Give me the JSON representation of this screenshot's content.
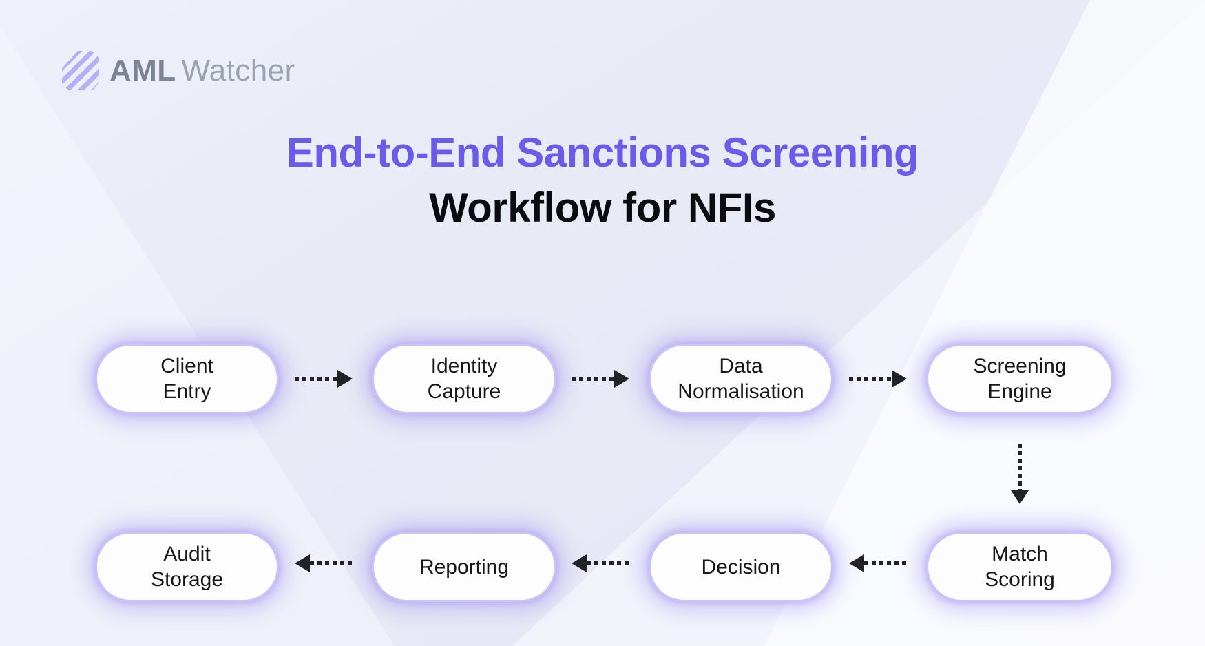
{
  "logo": {
    "icon": "aml-watcher-logo-icon",
    "brand_bold": "AML",
    "brand_light": "Watcher"
  },
  "title": {
    "line1": "End-to-End Sanctions Screening",
    "line2": "Workflow for NFIs"
  },
  "flow": {
    "nodes": [
      {
        "id": "client-entry",
        "line1": "Client",
        "line2": "Entry"
      },
      {
        "id": "identity-capture",
        "line1": "Identity",
        "line2": "Capture"
      },
      {
        "id": "data-normalisation",
        "line1": "Data",
        "line2": "Normalisation"
      },
      {
        "id": "screening-engine",
        "line1": "Screening",
        "line2": "Engine"
      },
      {
        "id": "match-scoring",
        "line1": "Match",
        "line2": "Scoring"
      },
      {
        "id": "decision",
        "line1": "Decision"
      },
      {
        "id": "reporting",
        "line1": "Reporting"
      },
      {
        "id": "audit-storage",
        "line1": "Audit",
        "line2": "Storage"
      }
    ],
    "connections": [
      {
        "from": "client-entry",
        "to": "identity-capture",
        "direction": "right",
        "style": "dotted"
      },
      {
        "from": "identity-capture",
        "to": "data-normalisation",
        "direction": "right",
        "style": "dotted"
      },
      {
        "from": "data-normalisation",
        "to": "screening-engine",
        "direction": "right",
        "style": "dotted"
      },
      {
        "from": "screening-engine",
        "to": "match-scoring",
        "direction": "down",
        "style": "dotted"
      },
      {
        "from": "match-scoring",
        "to": "decision",
        "direction": "left",
        "style": "dotted"
      },
      {
        "from": "decision",
        "to": "reporting",
        "direction": "left",
        "style": "dotted"
      },
      {
        "from": "reporting",
        "to": "audit-storage",
        "direction": "left",
        "style": "dotted"
      }
    ]
  },
  "icons": {
    "arrow_right": "arrow-right-icon",
    "arrow_left": "arrow-left-icon",
    "arrow_down": "arrow-down-icon"
  },
  "colors": {
    "background": "#e8eaf6",
    "title_accent": "#6a5be9",
    "title_dark": "#0c0c10",
    "node_fill": "#fdfdfe",
    "node_border": "#cbc3f5",
    "node_glow": "rgba(146,126,238,0.40)",
    "arrow": "#232327",
    "logo_purple": "#b7b1f3",
    "logo_gray_bold": "#7b8493",
    "logo_gray_light": "#9ba3af"
  }
}
